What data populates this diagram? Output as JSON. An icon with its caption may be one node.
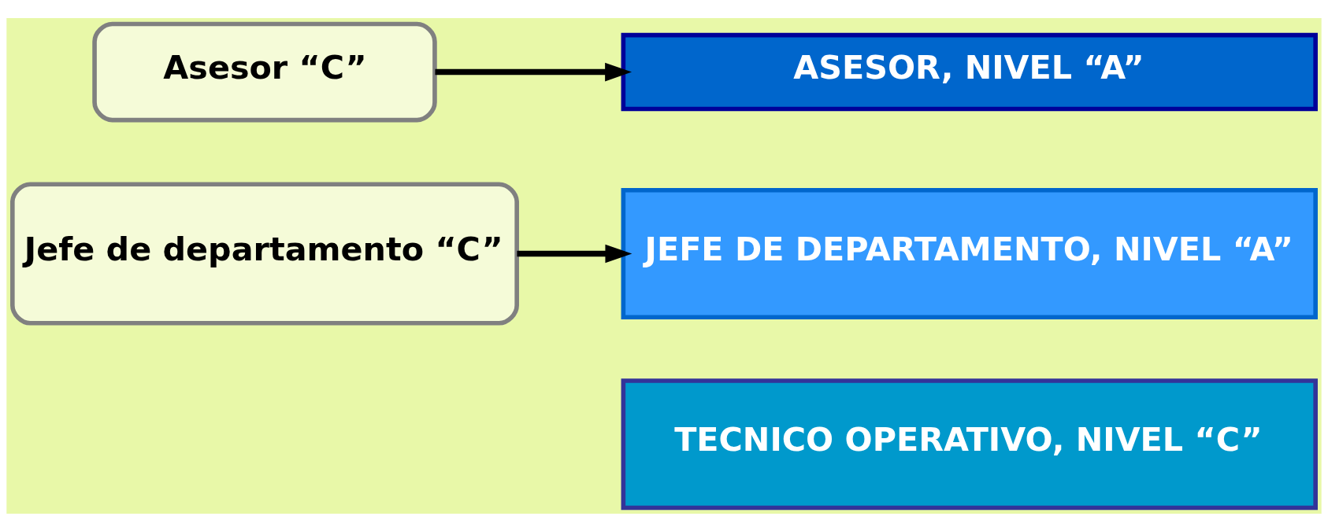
{
  "diagram": {
    "nodes": [
      {
        "text": [
          "Asesor “C”"
        ]
      },
      {
        "text": [
          "ASESOR, NIVEL “A”"
        ]
      },
      {
        "text": [
          "Jefe de departamento “C”"
        ]
      },
      {
        "text": [
          "JEFE DE DEPARTAMENTO, NIVEL “A”"
        ]
      },
      {
        "text": [
          "TECNICO OPERATIVO, NIVEL “C”"
        ]
      }
    ],
    "edges": [
      {
        "from": 0,
        "to": 1,
        "arrow": "to"
      },
      {
        "from": 2,
        "to": 3,
        "arrow": "to"
      }
    ]
  }
}
